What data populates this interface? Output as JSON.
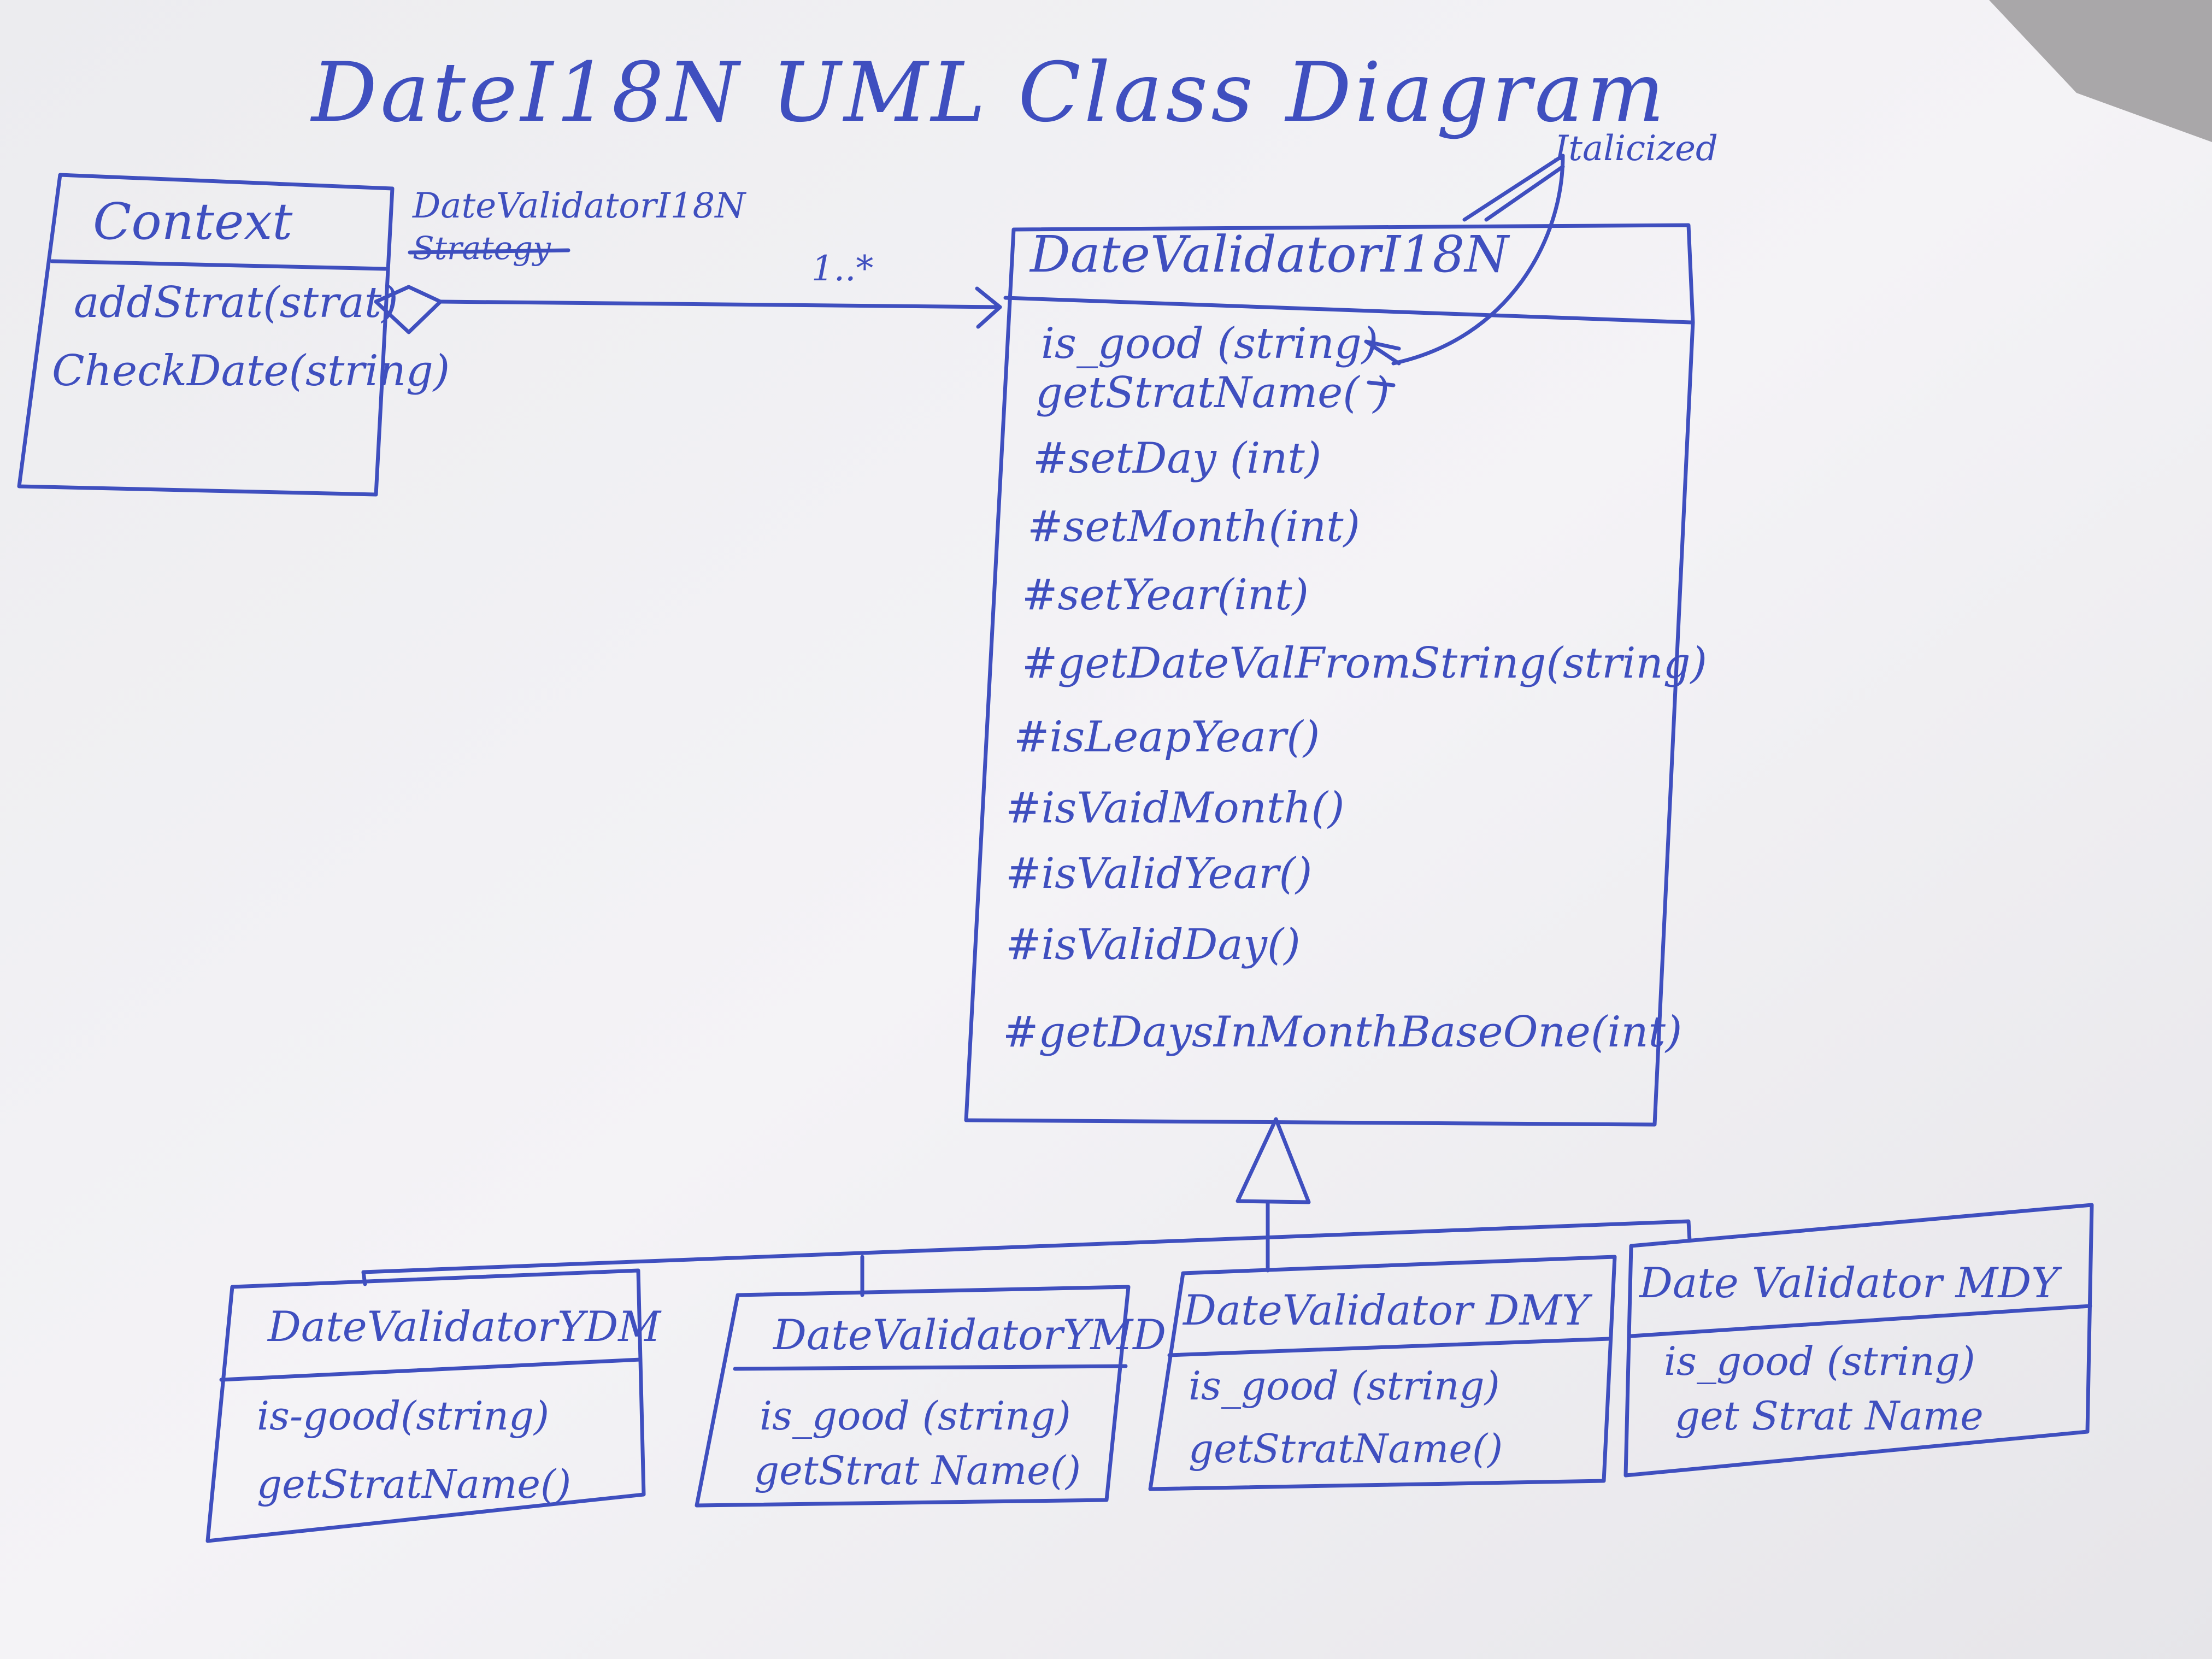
{
  "title": "DateI18N UML Class Diagram",
  "colors": {
    "ink": "#3f4fbf",
    "paper": "#f2f1f4",
    "table": "#a9a7a9"
  },
  "context": {
    "name": "Context",
    "methods": [
      "addStrat(strat)",
      "CheckDate(string)"
    ]
  },
  "association": {
    "role_label": "DateValidatorI18N",
    "struck_label": "Strategy",
    "multiplicity": "1..*"
  },
  "note": {
    "text": "Italicized"
  },
  "base": {
    "name": "DateValidatorI18N",
    "methods": [
      "is_good (string)",
      "getStratName( )",
      "#setDay (int)",
      "#setMonth(int)",
      "#setYear(int)",
      "#getDateValFromString(string)",
      "#isLeapYear()",
      "#isVaidMonth()",
      "#isValidYear()",
      "#isValidDay()",
      "#getDaysInMonthBaseOne(int)"
    ]
  },
  "subclasses": [
    {
      "name": "DateValidatorYDM",
      "methods": [
        "is-good(string)",
        "getStratName()"
      ]
    },
    {
      "name": "DateValidatorYMD",
      "methods": [
        "is_good (string)",
        "getStrat Name()"
      ]
    },
    {
      "name": "DateValidator DMY",
      "methods": [
        "is_good (string)",
        "getStratName()"
      ]
    },
    {
      "name": "Date Validator MDY",
      "methods": [
        "is_good (string)",
        "get Strat Name"
      ]
    }
  ]
}
